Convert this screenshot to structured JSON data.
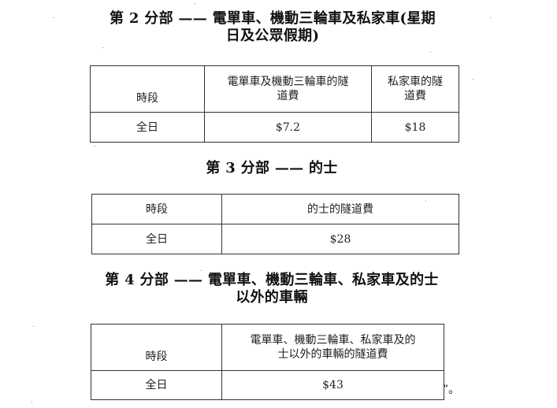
{
  "sections": [
    {
      "heading_lines": [
        "第 2 分部  ——  電單車、機動三輪車及私家車(星期",
        "日及公眾假期)"
      ],
      "table": {
        "headers": [
          {
            "lines": [
              "時段"
            ]
          },
          {
            "lines": [
              "電單車及機動三輪車的隧",
              "道費"
            ]
          },
          {
            "lines": [
              "私家車的隧",
              "道費"
            ]
          }
        ],
        "rows": [
          [
            "全日",
            "$7.2",
            "$18"
          ]
        ]
      }
    },
    {
      "heading_lines": [
        "第 3 分部  ——  的士"
      ],
      "table": {
        "headers": [
          {
            "lines": [
              "時段"
            ]
          },
          {
            "lines": [
              "的士的隧道費"
            ]
          }
        ],
        "rows": [
          [
            "全日",
            "$28"
          ]
        ]
      }
    },
    {
      "heading_lines": [
        "第 4 分部  ——  電單車、機動三輪車、私家車及的士",
        "以外的車輛"
      ],
      "table": {
        "headers": [
          {
            "lines": [
              "時段"
            ]
          },
          {
            "lines": [
              "電單車、機動三輪車、私家車及的",
              "士以外的車輛的隧道費"
            ]
          }
        ],
        "rows": [
          [
            "全日",
            "$43"
          ]
        ]
      }
    }
  ],
  "trailing_text": "”。"
}
